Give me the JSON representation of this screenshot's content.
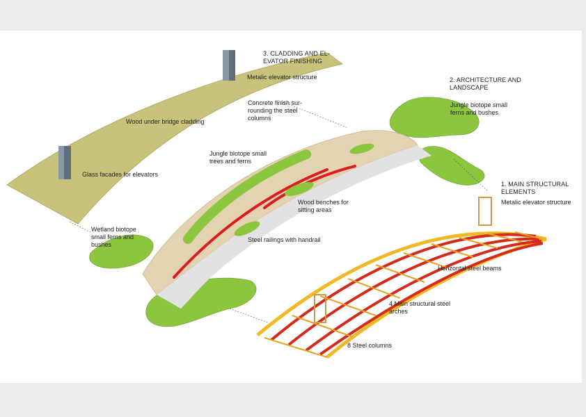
{
  "sections": {
    "cladding": "3. CLADDING AND EL-\nEVATOR FINISHING",
    "architecture": "2. ARCHITECTURE AND\nLANDSCAPE",
    "structure": "1. MAIN STRUCTURAL\nELEMENTS"
  },
  "labels": {
    "elevator_top": "Metalic elevator structure",
    "concrete": "Concrete finish sur-\nrounding the steel\ncolumns",
    "wood_cladding": "Wood under bridge cladding",
    "glass": "Glass facades for elevators",
    "jungle_ferns": "Jungle biotope small\nferns and bushes",
    "jungle_trees": "Jungle biotope small\ntrees and ferns",
    "benches": "Wood benches for\nsitting areas",
    "wetland": "Wetland biotope\nsmall ferns and\nbushes",
    "railings": "Steel railings with handrail",
    "elevator_struct": "Metalic elevator structure",
    "beams": "Horizontal steel beams",
    "arches": "4 Main structural steel\narches",
    "columns": "8 Steel columns"
  },
  "colors": {
    "cladding": "#c8c27a",
    "green": "#8cc63f",
    "deck": "#e4d3b0",
    "bench": "#d81e1e",
    "arch": "#d42a1c",
    "beam": "#f2b824"
  }
}
